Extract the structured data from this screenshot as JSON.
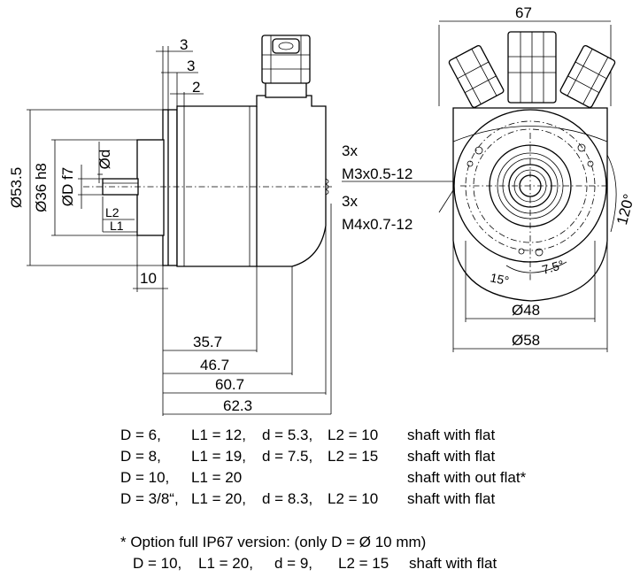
{
  "drawing": {
    "top_dims": [
      "3",
      "3",
      "2"
    ],
    "diameter_labels": [
      "Ø53.5",
      "Ø36 h8",
      "ØD f7",
      "Ød"
    ],
    "shaft_labels": [
      "L2",
      "L1"
    ],
    "flange_dim": "10",
    "length_dims": [
      "35.7",
      "46.7",
      "60.7",
      "62.3"
    ],
    "thread_labels": [
      "3x",
      "M3x0.5-12",
      "3x",
      "M4x0.7-12"
    ],
    "width_dim": "67",
    "angle_labels": [
      "120°",
      "15°",
      "7.5°"
    ],
    "front_diameters": [
      "Ø48",
      "Ø58"
    ]
  },
  "shaft_table": [
    {
      "d_cap": "D =   6,",
      "l1": "L1 = 12,",
      "d": "d = 5.3,",
      "l2": "L2 = 10",
      "desc": "shaft with flat"
    },
    {
      "d_cap": "D =   8,",
      "l1": "L1 = 19,",
      "d": "d = 7.5,",
      "l2": "L2 = 15",
      "desc": "shaft with flat"
    },
    {
      "d_cap": "D = 10,",
      "l1": "L1 = 20",
      "d": "",
      "l2": "",
      "desc": "shaft with out flat*"
    },
    {
      "d_cap": "D = 3/8“,",
      "l1": "L1 = 20,",
      "d": "d = 8.3,",
      "l2": "L2 = 10",
      "desc": "shaft with flat"
    }
  ],
  "note": {
    "line1": "* Option full IP67 version: (only D = Ø 10 mm)",
    "d_cap": "D = 10,",
    "l1": "L1 = 20,",
    "d": "d = 9,",
    "l2": "L2 = 15",
    "desc": "shaft with flat"
  }
}
